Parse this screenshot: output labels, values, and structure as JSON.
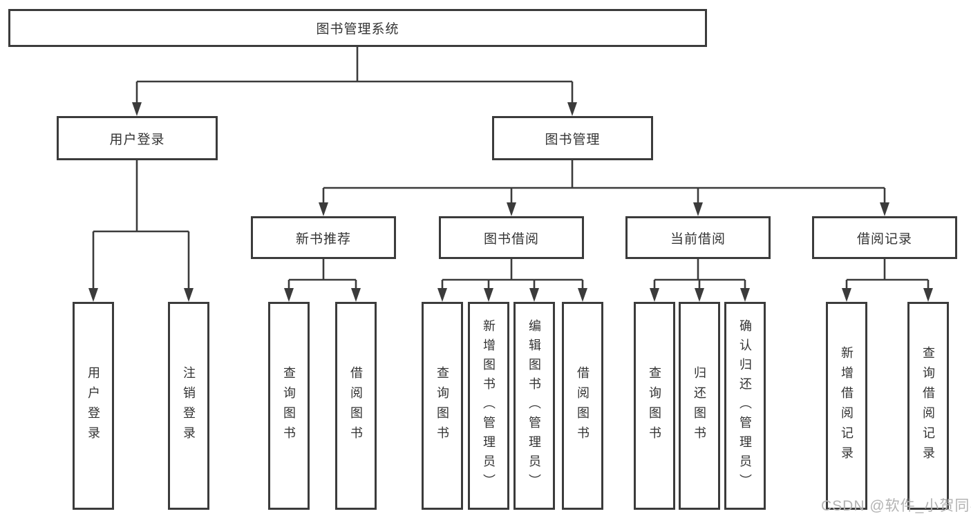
{
  "diagram": {
    "root": {
      "label": "图书管理系统"
    },
    "level2": [
      {
        "label": "用户登录"
      },
      {
        "label": "图书管理"
      }
    ],
    "level3": [
      {
        "label": "新书推荐",
        "parent": "图书管理"
      },
      {
        "label": "图书借阅",
        "parent": "图书管理"
      },
      {
        "label": "当前借阅",
        "parent": "图书管理"
      },
      {
        "label": "借阅记录",
        "parent": "图书管理"
      }
    ],
    "leaves": [
      {
        "label": "用户登录",
        "parent": "用户登录"
      },
      {
        "label": "注销登录",
        "parent": "用户登录"
      },
      {
        "label": "查询图书",
        "parent": "新书推荐"
      },
      {
        "label": "借阅图书",
        "parent": "新书推荐"
      },
      {
        "label": "查询图书",
        "parent": "图书借阅"
      },
      {
        "label": "新增图书（管理员）",
        "parent": "图书借阅"
      },
      {
        "label": "编辑图书（管理员）",
        "parent": "图书借阅"
      },
      {
        "label": "借阅图书",
        "parent": "图书借阅"
      },
      {
        "label": "查询图书",
        "parent": "当前借阅"
      },
      {
        "label": "归还图书",
        "parent": "当前借阅"
      },
      {
        "label": "确认归还（管理员）",
        "parent": "当前借阅"
      },
      {
        "label": "新增借阅记录",
        "parent": "借阅记录"
      },
      {
        "label": "查询借阅记录",
        "parent": "借阅记录"
      }
    ]
  },
  "watermark": {
    "text": "CSDN @软件_小贺同学"
  },
  "colors": {
    "line": "#3b3b3b",
    "text": "#333333",
    "watermark": "#b3b3b3",
    "background": "#ffffff"
  }
}
